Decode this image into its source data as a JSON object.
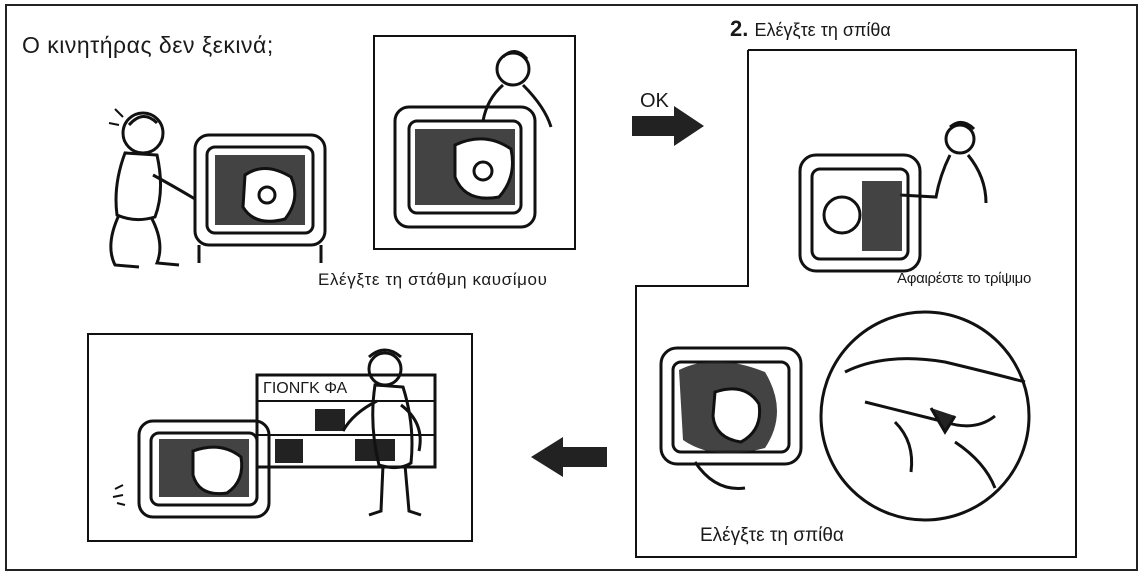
{
  "title": "Ο κινητήρας δεν ξεκινά;",
  "step2": {
    "number": "2.",
    "label": "Ελέγξτε τη σπίθα"
  },
  "ok_label": "OK",
  "captions": {
    "check_fuel": "Ελέγξτε τη στάθμη καυσίμου",
    "remove_plug": "Αφαιρέστε το τρίψιμο",
    "check_spark": "Ελέγξτε τη σπίθα"
  },
  "dealer_sign": "ΓΙΟΝΓΚ ΦΑ"
}
